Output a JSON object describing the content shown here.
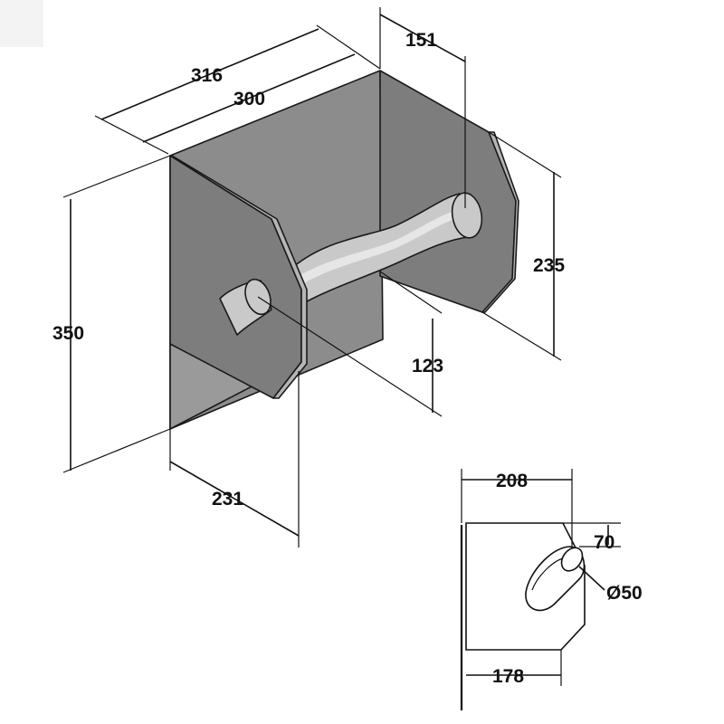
{
  "colors": {
    "plate_front": "#7d7d7d",
    "plate_back": "#8c8c8c",
    "plate_lower": "#9a9a9a",
    "plate_edge": "#b5b5b5",
    "bar": "#c9c9c9",
    "bar_highlight": "#e6e6e6",
    "line": "#111111"
  },
  "dimensions": {
    "width_outer": "316",
    "width_inner": "300",
    "depth_top": "151",
    "height_side": "235",
    "height_total": "350",
    "bar_height": "123",
    "depth_bottom": "231"
  },
  "side_view": {
    "width": "208",
    "offset": "70",
    "diameter": "Ø50",
    "base_depth": "178"
  }
}
